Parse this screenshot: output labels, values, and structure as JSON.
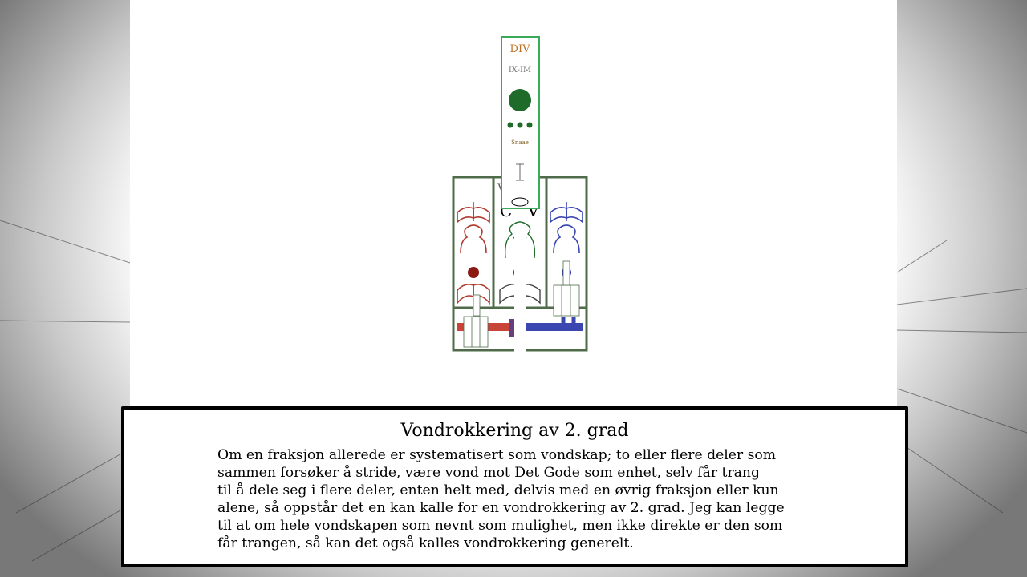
{
  "diagram": {
    "tower_label": "DIV",
    "tower_numeral": "IX-IM",
    "tower_small_label": "Snaae",
    "center_panel_label": "Von",
    "center_panel_letters": "C   V",
    "colors": {
      "left_red": "#b23a2e",
      "right_blue": "#3b46b0",
      "center_green": "#1f6b2a",
      "panel_border": "#4f6b4a",
      "tower_border": "#3aaa5a",
      "tower_label_color": "#c07020"
    }
  },
  "caption": {
    "title": "Vondrokkering av 2. grad",
    "lines": [
      "Om en fraksjon allerede er systematisert som vondskap; to eller flere deler som",
      "sammen forsøker å stride, være vond mot Det Gode som enhet, selv får trang",
      "til å dele seg i flere deler, enten helt med, delvis med en øvrig fraksjon eller kun",
      "alene, så oppstår det en kan kalle for en vondrokkering av 2. grad. Jeg kan legge",
      "til at om hele vondskapen som nevnt som mulighet, men ikke direkte er den som",
      "får trangen, så kan det også kalles vondrokkering generelt."
    ]
  }
}
